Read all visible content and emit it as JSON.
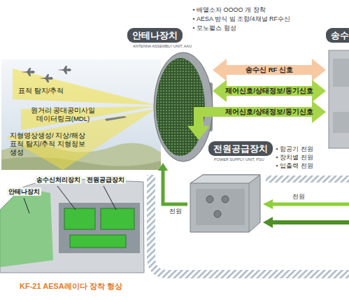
{
  "diagram": {
    "nodes": [
      {
        "text": [
          "안테나장치",
          "ANTENNA ASSEMBLY UNIT, AAU"
        ]
      },
      {
        "text": [
          "송수"
        ]
      },
      {
        "text": [
          "전원공급장치",
          "POWER SUPPLY UNIT, PSU"
        ]
      }
    ],
    "edges": [
      {
        "from": 0,
        "to": 1,
        "arrow": "both",
        "label": "송수신 RF 신호"
      },
      {
        "from": 0,
        "to": 1,
        "arrow": "both",
        "label": "제어신호/상태정보/동기신호"
      },
      {
        "from": 1,
        "to": 2,
        "arrow": "both",
        "label": "제어신호/상태정보/동기신호"
      },
      {
        "from": 2,
        "to": 0,
        "arrow": "to",
        "label": "전원"
      }
    ],
    "labels": [
      "배열소자 OOOO 개 장착",
      "AESA 방식 빔 조향/4채널 RF수신",
      "모노펄스 형성",
      "표적 탐지/추적",
      "원거리 공대공미사일 데이터링크(MDL)",
      "지형영상생성/ 지상/해상 표적 탐지/추적 지형정보생성",
      "항공기 전원",
      "장치별 전원",
      "입출력 전원",
      "전원",
      "안테나장치",
      "송수신처리장치",
      "전원공급장치",
      "KF-21 AESA레이다 장착 형상"
    ]
  }
}
